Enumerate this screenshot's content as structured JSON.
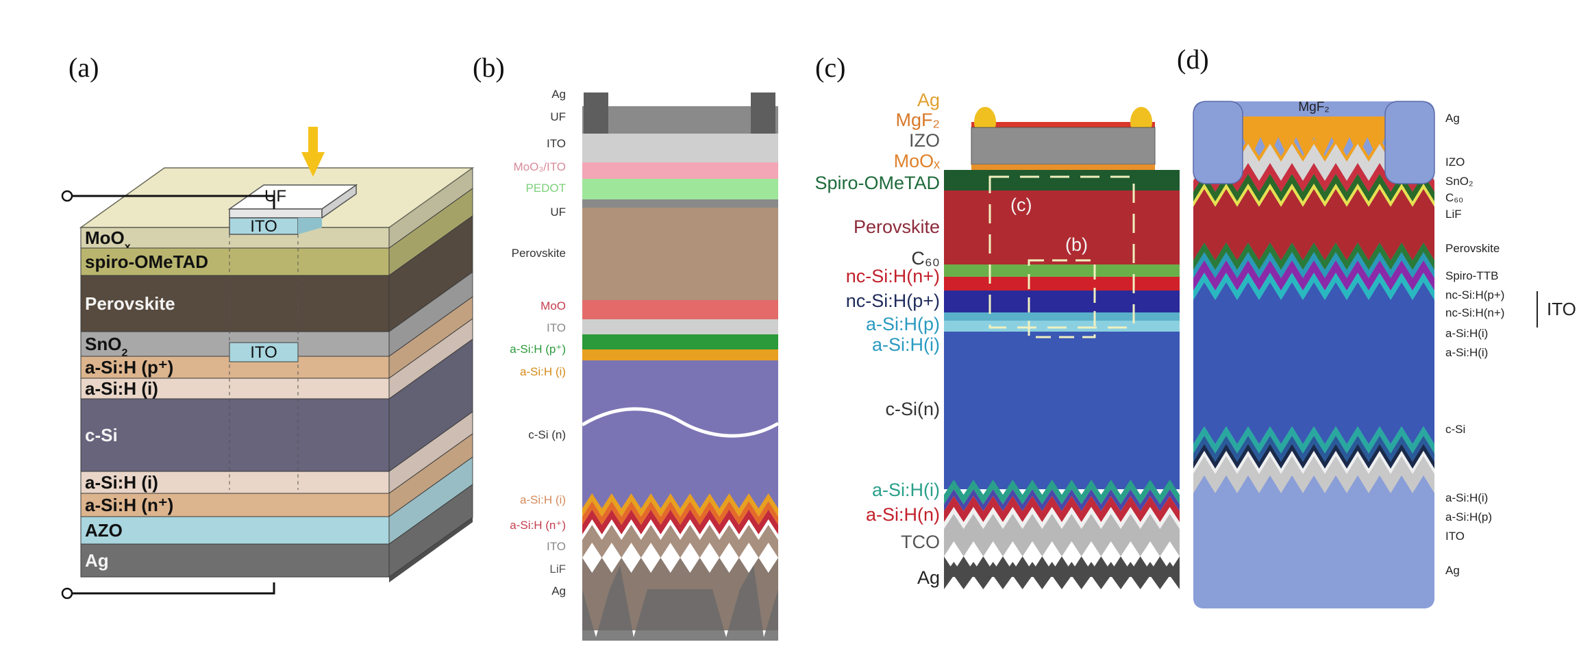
{
  "panels": {
    "a": {
      "letter": "(a)",
      "top_labels": {
        "uf": "UF",
        "ito": "ITO"
      },
      "layers": [
        {
          "label": "MoO",
          "sub": "x",
          "color": "#d6d2ad"
        },
        {
          "label": "spiro-OMeTAD",
          "sub": "",
          "color": "#b9b56e"
        },
        {
          "label": "Perovskite",
          "sub": "",
          "color": "#574a3e"
        },
        {
          "label": "SnO",
          "sub": "2",
          "color": "#a8a8a8"
        },
        {
          "label": "a-Si:H (p⁺)",
          "sub": "",
          "color": "#dcb48d"
        },
        {
          "label": "a-Si:H (i)",
          "sub": "",
          "color": "#e9d6c8"
        },
        {
          "label": "c-Si",
          "sub": "",
          "color": "#67647c"
        },
        {
          "label": "a-Si:H (i)",
          "sub": "",
          "color": "#e9d6c8"
        },
        {
          "label": "a-Si:H (n⁺)",
          "sub": "",
          "color": "#dcb48d"
        },
        {
          "label": "AZO",
          "sub": "",
          "color": "#a9d6df"
        },
        {
          "label": "Ag",
          "sub": "",
          "color": "#6f6f6f"
        }
      ],
      "inner_ito": "ITO",
      "arrow_color": "#f5c21a"
    },
    "b": {
      "letter": "(b)",
      "labels": [
        "Ag",
        "UF",
        "ITO",
        "MoO₃/ITO",
        "PEDOT",
        "UF",
        "Perovskite",
        "MoO",
        "ITO",
        "a-Si:H (p⁺)",
        "a-Si:H (i)",
        "c-Si (n)",
        "a-Si:H (i)",
        "a-Si:H (n⁺)",
        "ITO",
        "LiF",
        "Ag"
      ],
      "label_colors": [
        "#333333",
        "#333333",
        "#333333",
        "#d88a9a",
        "#7ccf7c",
        "#333333",
        "#333333",
        "#c43d4d",
        "#888888",
        "#2a9a3a",
        "#d48a1a",
        "#333333",
        "#d48a5a",
        "#c43d4d",
        "#888888",
        "#555555",
        "#333333"
      ]
    },
    "c": {
      "letter": "(c)",
      "labels": [
        {
          "text": "Ag",
          "color": "#e0a030"
        },
        {
          "text": "MgF₂",
          "color": "#d8782a"
        },
        {
          "text": "IZO",
          "color": "#555555"
        },
        {
          "text": "MoOₓ",
          "color": "#e0802a"
        },
        {
          "text": "Spiro-OMeTAD",
          "color": "#1e6a3a"
        },
        {
          "text": "Perovskite",
          "color": "#8c2a3a"
        },
        {
          "text": "C₆₀",
          "color": "#333333"
        },
        {
          "text": "nc-Si:H(n+)",
          "color": "#c2202a"
        },
        {
          "text": "nc-Si:H(p+)",
          "color": "#1e2a5a"
        },
        {
          "text": "a-Si:H(p)",
          "color": "#2a9ac0"
        },
        {
          "text": "a-Si:H(i)",
          "color": "#2a9ac0"
        },
        {
          "text": "c-Si(n)",
          "color": "#333333"
        },
        {
          "text": "a-Si:H(i)",
          "color": "#2aa08a"
        },
        {
          "text": "a-Si:H(n)",
          "color": "#c2202a"
        },
        {
          "text": "TCO",
          "color": "#555555"
        },
        {
          "text": "Ag",
          "color": "#222222"
        }
      ],
      "zoom_labels": {
        "c": "(c)",
        "b": "(b)"
      }
    },
    "d": {
      "letter": "(d)",
      "top_label": "MgF₂",
      "right_labels": [
        "Ag",
        "IZO",
        "SnO₂",
        "C₆₀",
        "LiF",
        "Perovskite",
        "Spiro-TTB",
        "nc-Si:H(p+)",
        "nc-Si:H(n+)",
        "a-Si:H(i)",
        "a-Si:H(i)",
        "c-Si",
        "a-Si:H(i)",
        "a-Si:H(p)",
        "ITO",
        "Ag"
      ],
      "bracket_label": "ITO"
    }
  }
}
